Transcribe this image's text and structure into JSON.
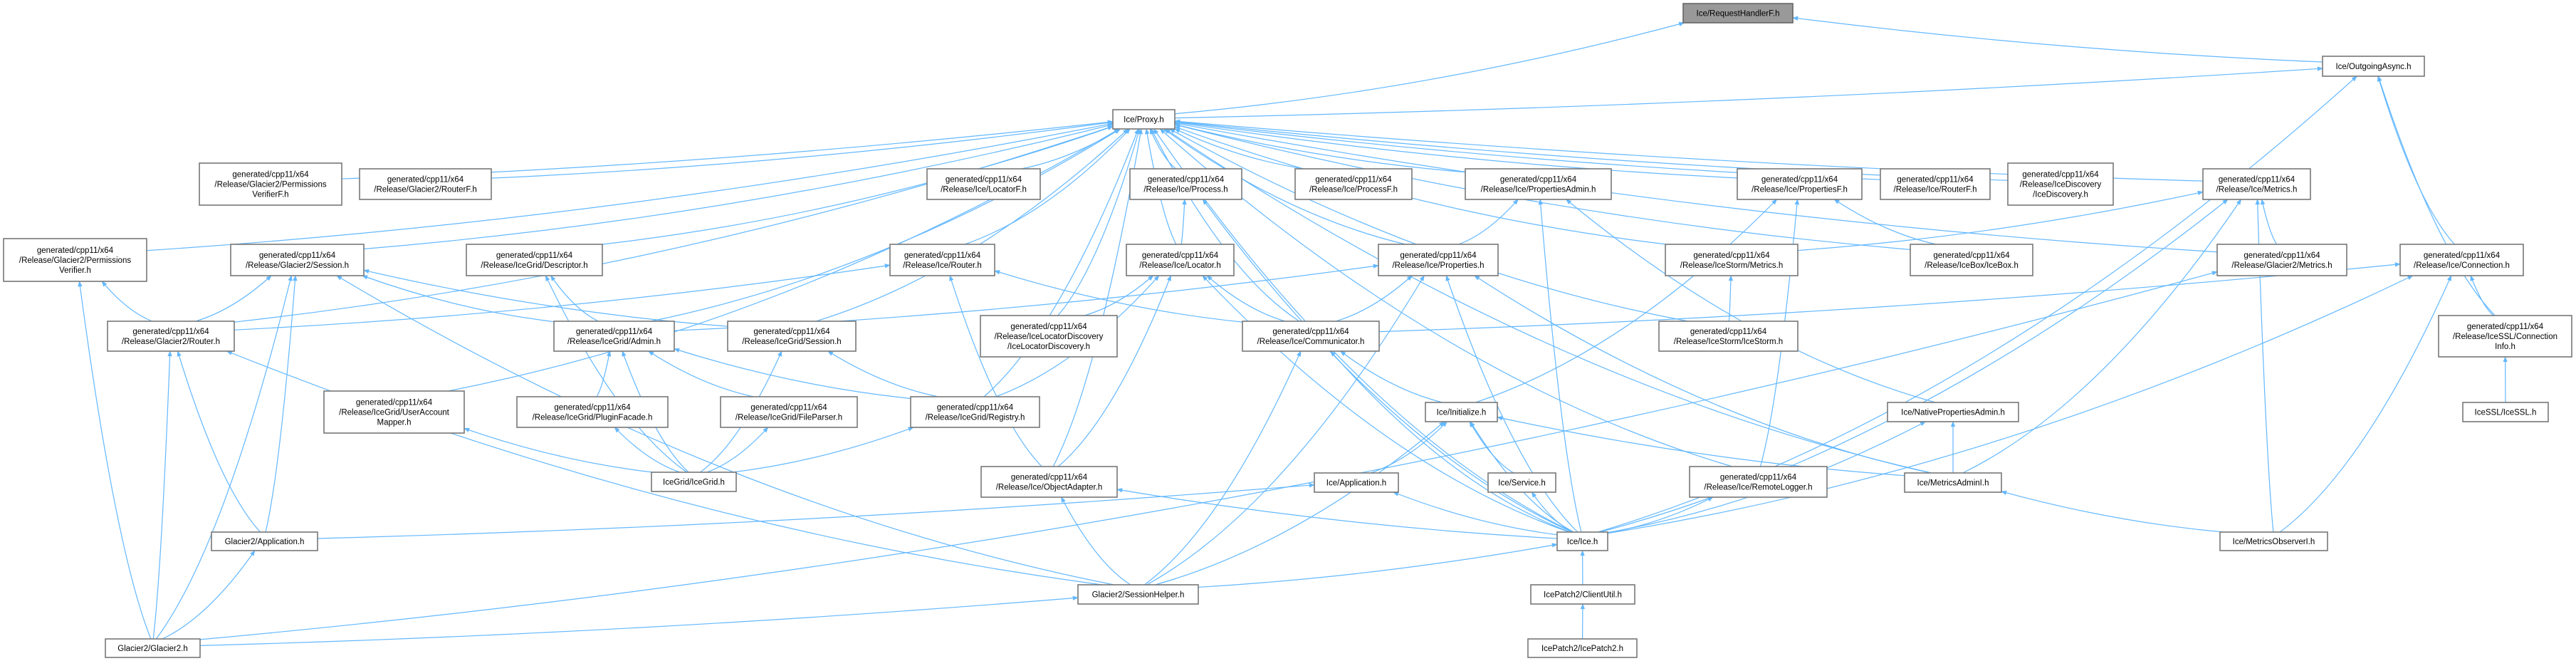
{
  "colors": {
    "edge": "#63b8ff",
    "root_fill": "#999999",
    "node_border": "#777777"
  },
  "nodes": [
    {
      "id": "reqh",
      "lines": [
        "Ice/RequestHandlerF.h"
      ],
      "root": true
    },
    {
      "id": "outasync",
      "lines": [
        "Ice/OutgoingAsync.h"
      ]
    },
    {
      "id": "proxy",
      "lines": [
        "Ice/Proxy.h"
      ]
    },
    {
      "id": "pvf",
      "lines": [
        "generated/cpp11/x64",
        "/Release/Glacier2/Permissions",
        "VerifierF.h"
      ]
    },
    {
      "id": "g2routerf",
      "lines": [
        "generated/cpp11/x64",
        "/Release/Glacier2/RouterF.h"
      ]
    },
    {
      "id": "locatorf",
      "lines": [
        "generated/cpp11/x64",
        "/Release/Ice/LocatorF.h"
      ]
    },
    {
      "id": "process",
      "lines": [
        "generated/cpp11/x64",
        "/Release/Ice/Process.h"
      ]
    },
    {
      "id": "processf",
      "lines": [
        "generated/cpp11/x64",
        "/Release/Ice/ProcessF.h"
      ]
    },
    {
      "id": "propadmin",
      "lines": [
        "generated/cpp11/x64",
        "/Release/Ice/PropertiesAdmin.h"
      ]
    },
    {
      "id": "propertiesf",
      "lines": [
        "generated/cpp11/x64",
        "/Release/Ice/PropertiesF.h"
      ]
    },
    {
      "id": "routerf",
      "lines": [
        "generated/cpp11/x64",
        "/Release/Ice/RouterF.h"
      ]
    },
    {
      "id": "icediscovery",
      "lines": [
        "generated/cpp11/x64",
        "/Release/IceDiscovery",
        "/IceDiscovery.h"
      ]
    },
    {
      "id": "metrics",
      "lines": [
        "generated/cpp11/x64",
        "/Release/Ice/Metrics.h"
      ]
    },
    {
      "id": "pv",
      "lines": [
        "generated/cpp11/x64",
        "/Release/Glacier2/Permissions",
        "Verifier.h"
      ]
    },
    {
      "id": "g2session",
      "lines": [
        "generated/cpp11/x64",
        "/Release/Glacier2/Session.h"
      ]
    },
    {
      "id": "descriptor",
      "lines": [
        "generated/cpp11/x64",
        "/Release/IceGrid/Descriptor.h"
      ]
    },
    {
      "id": "icerouter",
      "lines": [
        "generated/cpp11/x64",
        "/Release/Ice/Router.h"
      ]
    },
    {
      "id": "locator",
      "lines": [
        "generated/cpp11/x64",
        "/Release/Ice/Locator.h"
      ]
    },
    {
      "id": "properties",
      "lines": [
        "generated/cpp11/x64",
        "/Release/Ice/Properties.h"
      ]
    },
    {
      "id": "stormmetrics",
      "lines": [
        "generated/cpp11/x64",
        "/Release/IceStorm/Metrics.h"
      ]
    },
    {
      "id": "icebox",
      "lines": [
        "generated/cpp11/x64",
        "/Release/IceBox/IceBox.h"
      ]
    },
    {
      "id": "g2metrics",
      "lines": [
        "generated/cpp11/x64",
        "/Release/Glacier2/Metrics.h"
      ]
    },
    {
      "id": "connection",
      "lines": [
        "generated/cpp11/x64",
        "/Release/Ice/Connection.h"
      ]
    },
    {
      "id": "g2router",
      "lines": [
        "generated/cpp11/x64",
        "/Release/Glacier2/Router.h"
      ]
    },
    {
      "id": "admin",
      "lines": [
        "generated/cpp11/x64",
        "/Release/IceGrid/Admin.h"
      ]
    },
    {
      "id": "gridsession",
      "lines": [
        "generated/cpp11/x64",
        "/Release/IceGrid/Session.h"
      ]
    },
    {
      "id": "locdisc",
      "lines": [
        "generated/cpp11/x64",
        "/Release/IceLocatorDiscovery",
        "/IceLocatorDiscovery.h"
      ]
    },
    {
      "id": "communicator",
      "lines": [
        "generated/cpp11/x64",
        "/Release/Ice/Communicator.h"
      ]
    },
    {
      "id": "icestorm",
      "lines": [
        "generated/cpp11/x64",
        "/Release/IceStorm/IceStorm.h"
      ]
    },
    {
      "id": "conninfo",
      "lines": [
        "generated/cpp11/x64",
        "/Release/IceSSL/Connection",
        "Info.h"
      ]
    },
    {
      "id": "uam",
      "lines": [
        "generated/cpp11/x64",
        "/Release/IceGrid/UserAccount",
        "Mapper.h"
      ]
    },
    {
      "id": "plugin",
      "lines": [
        "generated/cpp11/x64",
        "/Release/IceGrid/PluginFacade.h"
      ]
    },
    {
      "id": "fileparser",
      "lines": [
        "generated/cpp11/x64",
        "/Release/IceGrid/FileParser.h"
      ]
    },
    {
      "id": "registry",
      "lines": [
        "generated/cpp11/x64",
        "/Release/IceGrid/Registry.h"
      ]
    },
    {
      "id": "initialize",
      "lines": [
        "Ice/Initialize.h"
      ]
    },
    {
      "id": "nativepa",
      "lines": [
        "Ice/NativePropertiesAdmin.h"
      ]
    },
    {
      "id": "icessl",
      "lines": [
        "IceSSL/IceSSL.h"
      ]
    },
    {
      "id": "icegrid",
      "lines": [
        "IceGrid/IceGrid.h"
      ]
    },
    {
      "id": "objadapter",
      "lines": [
        "generated/cpp11/x64",
        "/Release/Ice/ObjectAdapter.h"
      ]
    },
    {
      "id": "iceapp",
      "lines": [
        "Ice/Application.h"
      ]
    },
    {
      "id": "service",
      "lines": [
        "Ice/Service.h"
      ]
    },
    {
      "id": "remotelogger",
      "lines": [
        "generated/cpp11/x64",
        "/Release/Ice/RemoteLogger.h"
      ]
    },
    {
      "id": "metricsadmin",
      "lines": [
        "Ice/MetricsAdminI.h"
      ]
    },
    {
      "id": "g2app",
      "lines": [
        "Glacier2/Application.h"
      ]
    },
    {
      "id": "iceh",
      "lines": [
        "Ice/Ice.h"
      ]
    },
    {
      "id": "metricsobs",
      "lines": [
        "Ice/MetricsObserverI.h"
      ]
    },
    {
      "id": "sessionhelper",
      "lines": [
        "Glacier2/SessionHelper.h"
      ]
    },
    {
      "id": "clientutil",
      "lines": [
        "IcePatch2/ClientUtil.h"
      ]
    },
    {
      "id": "g2h",
      "lines": [
        "Glacier2/Glacier2.h"
      ]
    },
    {
      "id": "icepatch2",
      "lines": [
        "IcePatch2/IcePatch2.h"
      ]
    }
  ],
  "edges": [
    [
      "outasync",
      "reqh"
    ],
    [
      "proxy",
      "reqh"
    ],
    [
      "proxy",
      "outasync"
    ],
    [
      "pv",
      "proxy"
    ],
    [
      "pvf",
      "proxy"
    ],
    [
      "g2routerf",
      "proxy"
    ],
    [
      "g2session",
      "proxy"
    ],
    [
      "descriptor",
      "proxy"
    ],
    [
      "g2router",
      "proxy"
    ],
    [
      "uam",
      "proxy"
    ],
    [
      "admin",
      "proxy"
    ],
    [
      "gridsession",
      "proxy"
    ],
    [
      "registry",
      "proxy"
    ],
    [
      "locatorf",
      "proxy"
    ],
    [
      "icerouter",
      "proxy"
    ],
    [
      "process",
      "proxy"
    ],
    [
      "locator",
      "proxy"
    ],
    [
      "processf",
      "proxy"
    ],
    [
      "propadmin",
      "proxy"
    ],
    [
      "properties",
      "proxy"
    ],
    [
      "locdisc",
      "proxy"
    ],
    [
      "objadapter",
      "proxy"
    ],
    [
      "communicator",
      "proxy"
    ],
    [
      "propertiesf",
      "proxy"
    ],
    [
      "routerf",
      "proxy"
    ],
    [
      "icediscovery",
      "proxy"
    ],
    [
      "metrics",
      "proxy"
    ],
    [
      "stormmetrics",
      "proxy"
    ],
    [
      "icestorm",
      "proxy"
    ],
    [
      "icebox",
      "proxy"
    ],
    [
      "g2metrics",
      "proxy"
    ],
    [
      "iceh",
      "proxy"
    ],
    [
      "metricsadmin",
      "proxy"
    ],
    [
      "remotelogger",
      "proxy"
    ],
    [
      "connection",
      "outasync"
    ],
    [
      "conninfo",
      "outasync"
    ],
    [
      "iceh",
      "outasync"
    ],
    [
      "g2router",
      "g2session"
    ],
    [
      "g2app",
      "g2session"
    ],
    [
      "sessionhelper",
      "g2session"
    ],
    [
      "admin",
      "g2session"
    ],
    [
      "gridsession",
      "g2session"
    ],
    [
      "g2h",
      "g2session"
    ],
    [
      "g2router",
      "pv"
    ],
    [
      "g2h",
      "pv"
    ],
    [
      "g2h",
      "g2router"
    ],
    [
      "g2app",
      "g2router"
    ],
    [
      "sessionhelper",
      "g2router"
    ],
    [
      "g2router",
      "icerouter"
    ],
    [
      "admin",
      "descriptor"
    ],
    [
      "icegrid",
      "descriptor"
    ],
    [
      "icegrid",
      "uam"
    ],
    [
      "plugin",
      "admin"
    ],
    [
      "fileparser",
      "admin"
    ],
    [
      "icegrid",
      "admin"
    ],
    [
      "registry",
      "admin"
    ],
    [
      "admin",
      "properties"
    ],
    [
      "registry",
      "gridsession"
    ],
    [
      "icegrid",
      "gridsession"
    ],
    [
      "icegrid",
      "plugin"
    ],
    [
      "icegrid",
      "fileparser"
    ],
    [
      "icegrid",
      "registry"
    ],
    [
      "registry",
      "locator"
    ],
    [
      "objadapter",
      "icerouter"
    ],
    [
      "communicator",
      "icerouter"
    ],
    [
      "locdisc",
      "locator"
    ],
    [
      "locator",
      "process"
    ],
    [
      "iceh",
      "process"
    ],
    [
      "objadapter",
      "locator"
    ],
    [
      "communicator",
      "locator"
    ],
    [
      "iceh",
      "locator"
    ],
    [
      "communicator",
      "properties"
    ],
    [
      "sessionhelper",
      "properties"
    ],
    [
      "iceh",
      "properties"
    ],
    [
      "metricsadmin",
      "properties"
    ],
    [
      "properties",
      "propadmin"
    ],
    [
      "nativepa",
      "propadmin"
    ],
    [
      "iceh",
      "propadmin"
    ],
    [
      "initialize",
      "communicator"
    ],
    [
      "sessionhelper",
      "communicator"
    ],
    [
      "iceh",
      "communicator"
    ],
    [
      "communicator",
      "connection"
    ],
    [
      "iceapp",
      "initialize"
    ],
    [
      "service",
      "initialize"
    ],
    [
      "iceh",
      "initialize"
    ],
    [
      "sessionhelper",
      "initialize"
    ],
    [
      "metricsadmin",
      "initialize"
    ],
    [
      "initialize",
      "propertiesf"
    ],
    [
      "remotelogger",
      "propertiesf"
    ],
    [
      "icebox",
      "propertiesf"
    ],
    [
      "iceh",
      "iceapp"
    ],
    [
      "g2app",
      "iceapp"
    ],
    [
      "iceh",
      "service"
    ],
    [
      "sessionhelper",
      "iceh"
    ],
    [
      "clientutil",
      "iceh"
    ],
    [
      "icepatch2",
      "clientutil"
    ],
    [
      "sessionhelper",
      "objadapter"
    ],
    [
      "iceh",
      "objadapter"
    ],
    [
      "iceh",
      "remotelogger"
    ],
    [
      "icestorm",
      "stormmetrics"
    ],
    [
      "stormmetrics",
      "metrics"
    ],
    [
      "g2metrics",
      "metrics"
    ],
    [
      "metricsadmin",
      "metrics"
    ],
    [
      "iceh",
      "metrics"
    ],
    [
      "metricsobs",
      "metrics"
    ],
    [
      "g2h",
      "g2metrics"
    ],
    [
      "iceh",
      "connection"
    ],
    [
      "metricsobs",
      "connection"
    ],
    [
      "conninfo",
      "connection"
    ],
    [
      "icessl",
      "conninfo"
    ],
    [
      "metricsadmin",
      "nativepa"
    ],
    [
      "iceh",
      "nativepa"
    ],
    [
      "metricsobs",
      "metricsadmin"
    ],
    [
      "g2h",
      "g2app"
    ],
    [
      "g2h",
      "sessionhelper"
    ]
  ]
}
